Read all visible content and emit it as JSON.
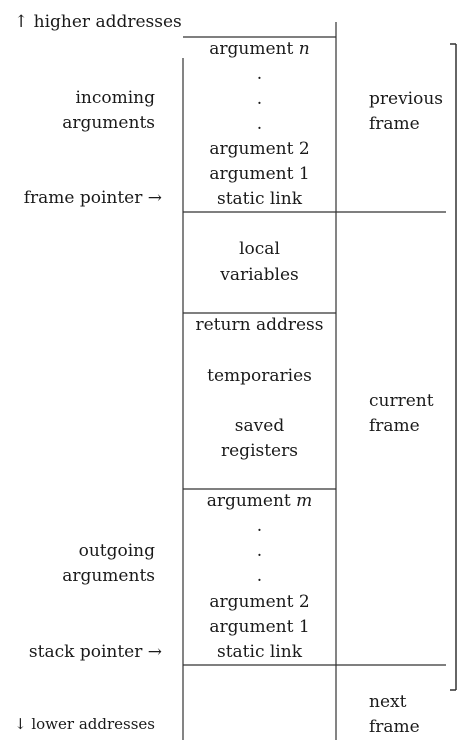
{
  "labels": {
    "higher_addresses": "↑ higher addresses",
    "lower_addresses": "↓ lower addresses",
    "incoming_1": "incoming",
    "incoming_2": "arguments",
    "outgoing_1": "outgoing",
    "outgoing_2": "arguments",
    "frame_pointer": "frame pointer →",
    "stack_pointer": "stack pointer →"
  },
  "stack": {
    "prev": {
      "arg_n_prefix": "argument",
      "arg_n_var": "n",
      "dot1": ".",
      "dot2": ".",
      "dot3": ".",
      "arg2": "argument 2",
      "arg1": "argument 1",
      "static_link": "static link"
    },
    "locals_1": "local",
    "locals_2": "variables",
    "return_address": "return address",
    "temporaries": "temporaries",
    "saved_1": "saved",
    "saved_2": "registers",
    "out": {
      "arg_m_prefix": "argument",
      "arg_m_var": "m",
      "dot1": ".",
      "dot2": ".",
      "dot3": ".",
      "arg2": "argument 2",
      "arg1": "argument 1",
      "static_link": "static link"
    }
  },
  "frames": {
    "previous_1": "previous",
    "previous_2": "frame",
    "current_1": "current",
    "current_2": "frame",
    "next_1": "next",
    "next_2": "frame"
  }
}
